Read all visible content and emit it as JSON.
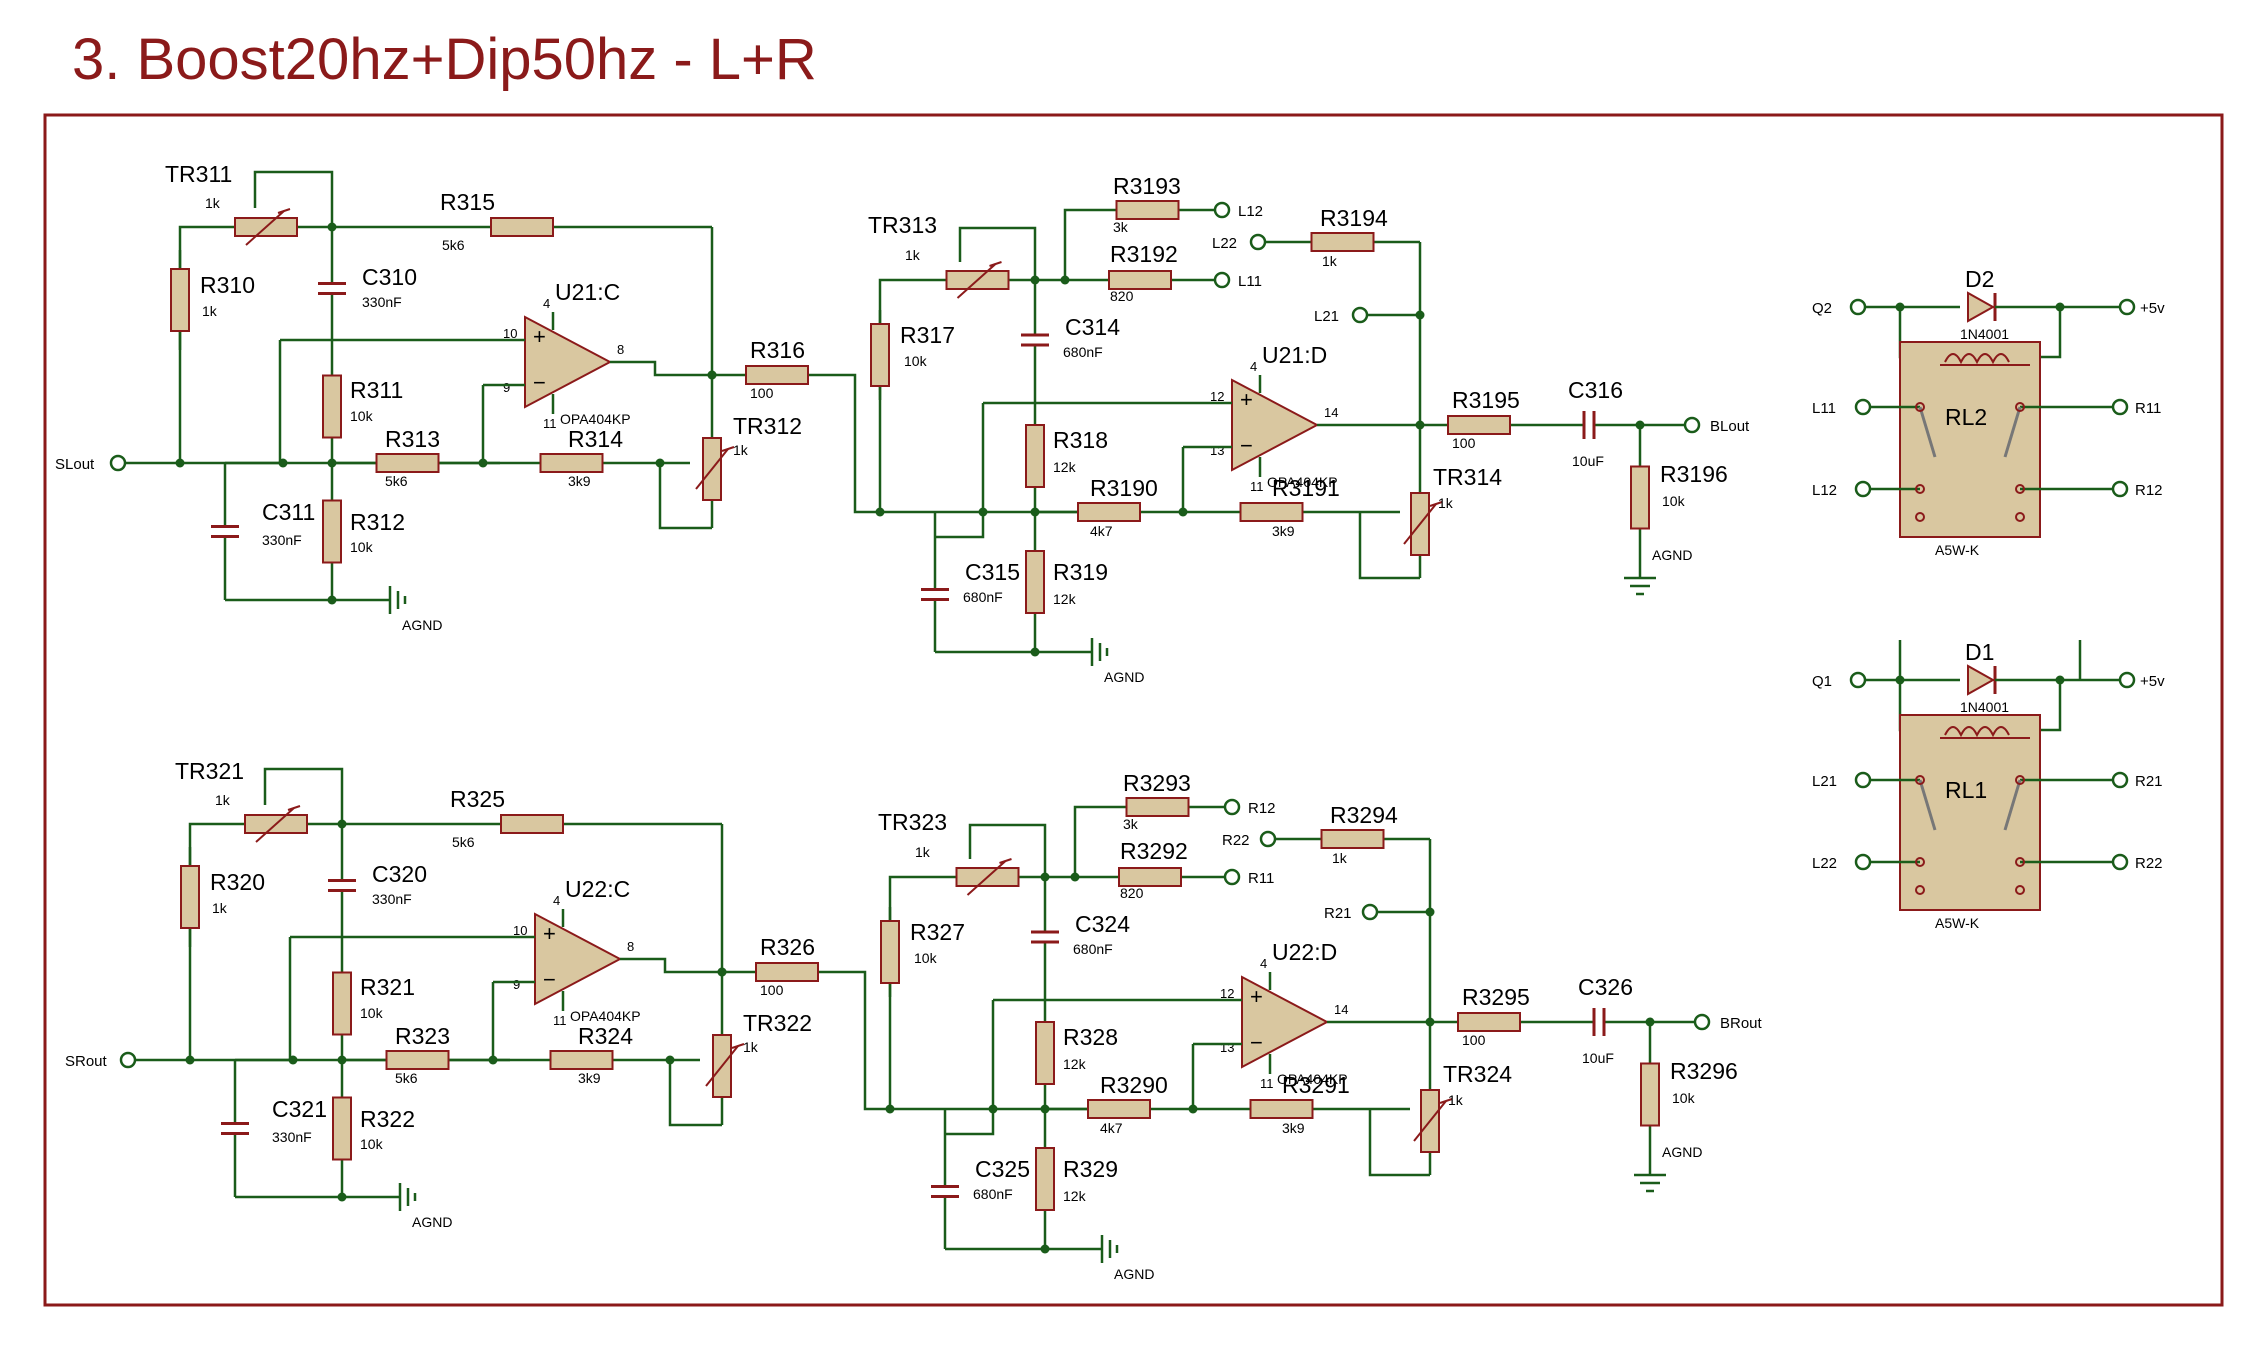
{
  "title": "3. Boost20hz+Dip50hz - L+R",
  "colors": {
    "wire": "#1a5c1a",
    "part": "#8b1a1a",
    "body": "#d9c7a0",
    "frame": "#8b1a1a",
    "title": "#8b1a1a"
  },
  "stages": [
    {
      "input": "SLout",
      "output": "BLout",
      "l1": "L11",
      "l2": "L12",
      "l3": "L21",
      "l4": "L22",
      "tr1": "TR311",
      "tr1v": "1k",
      "r1": "R310",
      "r1v": "1k",
      "c1": "C310",
      "c1v": "330nF",
      "r2": "R315",
      "r2v": "5k6",
      "u1": "U21:C",
      "u1t": "OPA404KP",
      "u1p": [
        "4",
        "10",
        "9",
        "8",
        "11"
      ],
      "r3": "R311",
      "r3v": "10k",
      "r4": "R313",
      "r4v": "5k6",
      "r5": "R314",
      "r5v": "3k9",
      "c2": "C311",
      "c2v": "330nF",
      "r6": "R312",
      "r6v": "10k",
      "tr2": "TR312",
      "tr2v": "1k",
      "r7": "R316",
      "r7v": "100",
      "agnd": "AGND",
      "tr3": "TR313",
      "tr3v": "1k",
      "r8": "R317",
      "r8v": "10k",
      "c3": "C314",
      "c3v": "680nF",
      "r9": "R3193",
      "r9v": "3k",
      "r10": "R3192",
      "r10v": "820",
      "r11": "R3194",
      "r11v": "1k",
      "r12": "R318",
      "r12v": "12k",
      "r13": "R3190",
      "r13v": "4k7",
      "c4": "C315",
      "c4v": "680nF",
      "r14": "R319",
      "r14v": "12k",
      "u2": "U21:D",
      "u2t": "OPA404KP",
      "u2p": [
        "4",
        "12",
        "13",
        "14",
        "11"
      ],
      "r15": "R3191",
      "r15v": "3k9",
      "tr4": "TR314",
      "tr4v": "1k",
      "r16": "R3195",
      "r16v": "100",
      "c5": "C316",
      "c5v": "10uF",
      "r17": "R3196",
      "r17v": "10k"
    },
    {
      "input": "SRout",
      "output": "BRout",
      "l1": "R11",
      "l2": "R12",
      "l3": "R21",
      "l4": "R22",
      "tr1": "TR321",
      "tr1v": "1k",
      "r1": "R320",
      "r1v": "1k",
      "c1": "C320",
      "c1v": "330nF",
      "r2": "R325",
      "r2v": "5k6",
      "u1": "U22:C",
      "u1t": "OPA404KP",
      "u1p": [
        "4",
        "10",
        "9",
        "8",
        "11"
      ],
      "r3": "R321",
      "r3v": "10k",
      "r4": "R323",
      "r4v": "5k6",
      "r5": "R324",
      "r5v": "3k9",
      "c2": "C321",
      "c2v": "330nF",
      "r6": "R322",
      "r6v": "10k",
      "tr2": "TR322",
      "tr2v": "1k",
      "r7": "R326",
      "r7v": "100",
      "agnd": "AGND",
      "tr3": "TR323",
      "tr3v": "1k",
      "r8": "R327",
      "r8v": "10k",
      "c3": "C324",
      "c3v": "680nF",
      "r9": "R3293",
      "r9v": "3k",
      "r10": "R3292",
      "r10v": "820",
      "r11": "R3294",
      "r11v": "1k",
      "r12": "R328",
      "r12v": "12k",
      "r13": "R3290",
      "r13v": "4k7",
      "c4": "C325",
      "c4v": "680nF",
      "r14": "R329",
      "r14v": "12k",
      "u2": "U22:D",
      "u2t": "OPA404KP",
      "u2p": [
        "4",
        "12",
        "13",
        "14",
        "11"
      ],
      "r15": "R3291",
      "r15v": "3k9",
      "tr4": "TR324",
      "tr4v": "1k",
      "r16": "R3295",
      "r16v": "100",
      "c5": "C326",
      "c5v": "10uF",
      "r17": "R3296",
      "r17v": "10k"
    }
  ],
  "relays": {
    "rl2": {
      "name": "RL2",
      "type": "A5W-K",
      "diode": "D2",
      "diode_type": "1N4001",
      "ctrl": "Q2",
      "vcc": "+5v",
      "left": [
        "L11",
        "L12"
      ],
      "right": [
        "R11",
        "R12"
      ]
    },
    "rl1": {
      "name": "RL1",
      "type": "A5W-K",
      "diode": "D1",
      "diode_type": "1N4001",
      "ctrl": "Q1",
      "vcc": "+5v",
      "left": [
        "L21",
        "L22"
      ],
      "right": [
        "R21",
        "R22"
      ]
    }
  }
}
